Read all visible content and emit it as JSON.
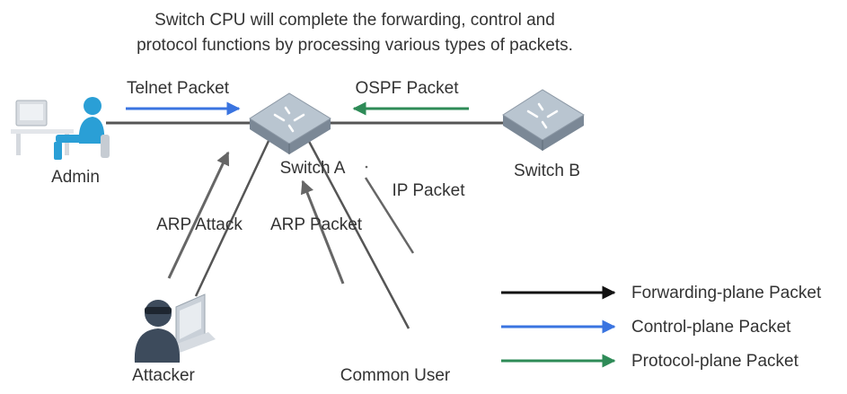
{
  "caption": {
    "line1": "Switch CPU will complete the forwarding, control and",
    "line2": "protocol functions by processing various types of packets."
  },
  "nodes": {
    "admin": "Admin",
    "switch_a": "Switch A",
    "switch_b": "Switch B",
    "attacker": "Attacker",
    "common_user": "Common User"
  },
  "flows": {
    "telnet": "Telnet Packet",
    "ospf": "OSPF Packet",
    "ip": "IP Packet",
    "arp_attack": "ARP Attack",
    "arp_packet": "ARP Packet"
  },
  "legend": [
    {
      "label": "Forwarding-plane Packet",
      "color": "#111111"
    },
    {
      "label": "Control-plane Packet",
      "color": "#3a74e0"
    },
    {
      "label": "Protocol-plane Packet",
      "color": "#2e8b57"
    }
  ],
  "colors": {
    "link": "#555555",
    "arrow_gray": "#666666",
    "control": "#3a74e0",
    "protocol": "#2e8b57",
    "switch_top": "#b9c5d0",
    "switch_side": "#7b8896",
    "user_blue": "#2a9fd6",
    "attacker_dark": "#3d4b5c"
  },
  "icons": [
    "admin-workstation-icon",
    "switch-icon",
    "attacker-icon"
  ]
}
